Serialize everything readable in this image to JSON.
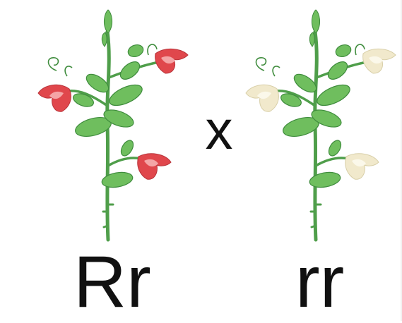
{
  "cross_symbol": "x",
  "plants": [
    {
      "genotype": "Rr",
      "flower_color": "#e0474c",
      "flower_highlight": "#f4a5a6"
    },
    {
      "genotype": "rr",
      "flower_color": "#f1e9cc",
      "flower_highlight": "#fbf8ea"
    }
  ],
  "colors": {
    "stem": "#4f9e4a",
    "leaf": "#6fbe5e",
    "leaf_dark": "#3f8c3d",
    "bud": "#a6d98a"
  }
}
